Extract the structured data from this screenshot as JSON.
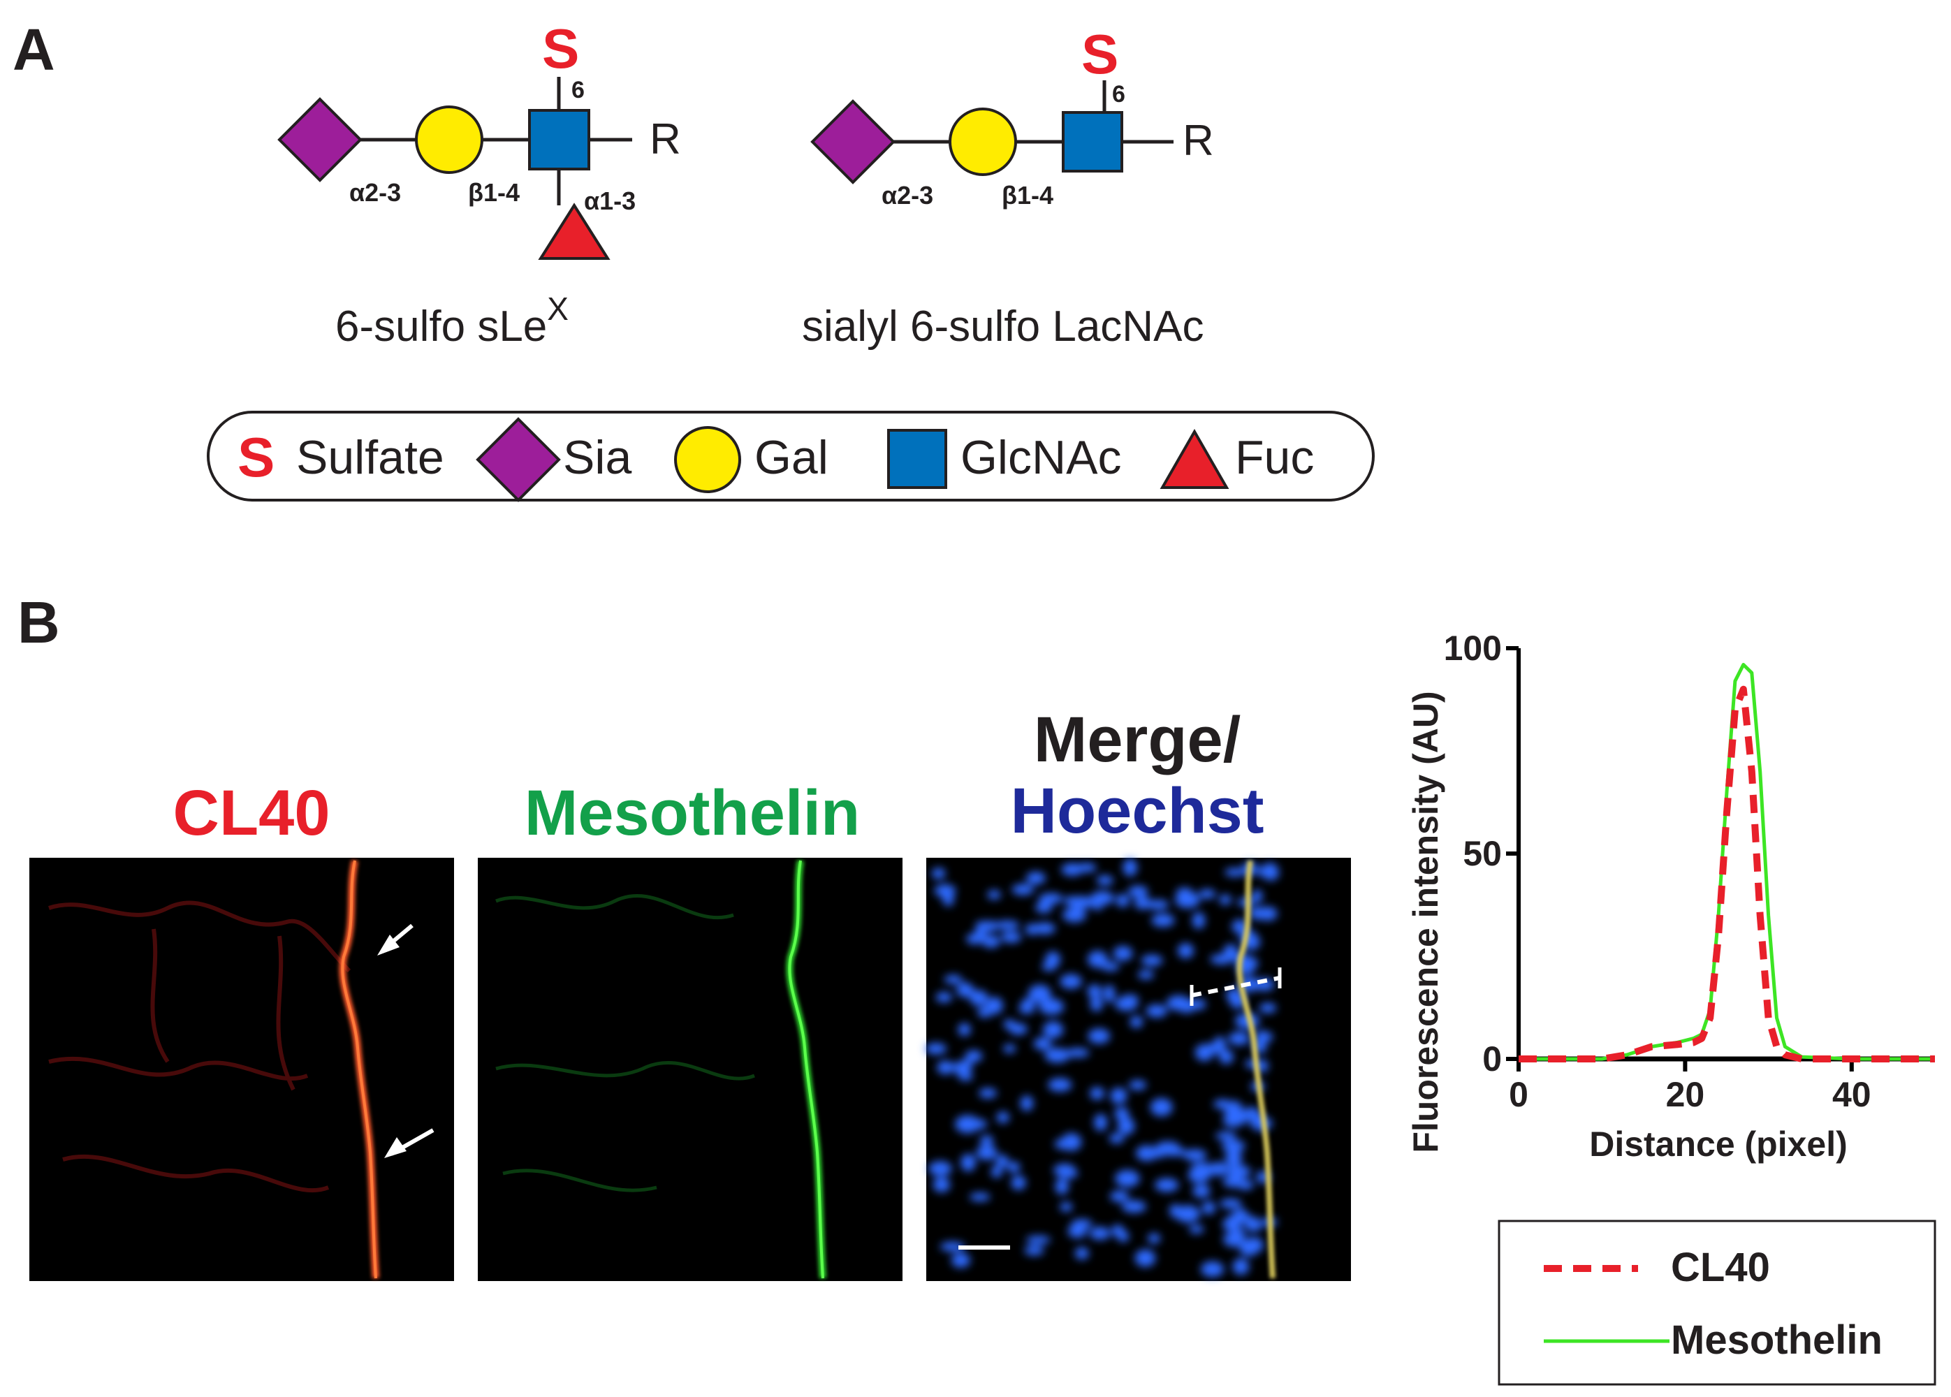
{
  "panel_a": {
    "letter": "A",
    "glycans": [
      {
        "name_main": "6-sulfo sLe",
        "name_sup": "X",
        "sulfate": "S",
        "sulfate_position": "6",
        "linkages": [
          "α2-3",
          "β1-4",
          "α1-3"
        ],
        "reducing_end": "R"
      },
      {
        "name_main": "sialyl 6-sulfo LacNAc",
        "sulfate": "S",
        "sulfate_position": "6",
        "linkages": [
          "α2-3",
          "β1-4"
        ],
        "reducing_end": "R"
      }
    ],
    "legend": [
      {
        "symbol": "S",
        "label": "Sulfate",
        "shape": "letter"
      },
      {
        "label": "Sia",
        "shape": "diamond"
      },
      {
        "label": "Gal",
        "shape": "circle"
      },
      {
        "label": "GlcNAc",
        "shape": "square"
      },
      {
        "label": "Fuc",
        "shape": "triangle"
      }
    ],
    "colors": {
      "sialic_acid": "#9d1e9a",
      "galactose": "#ffec00",
      "glcnac": "#0071bc",
      "fucose": "#e8202a",
      "sulfate": "#e8202a"
    }
  },
  "panel_b": {
    "letter": "B",
    "channels": [
      {
        "title": "CL40",
        "color": "#e8202a"
      },
      {
        "title": "Mesothelin",
        "color": "#13a04a"
      },
      {
        "title_line1": "Merge/",
        "title_line2": "Hoechst",
        "color1": "#231f20",
        "color2": "#1e2a9a"
      }
    ]
  },
  "chart_data": {
    "type": "line",
    "xlabel": "Distance (pixel)",
    "ylabel": "Fluorescence intensity (AU)",
    "xlim": [
      0,
      50
    ],
    "ylim": [
      0,
      100
    ],
    "xticks": [
      0,
      20,
      40
    ],
    "yticks": [
      0,
      50,
      100
    ],
    "grid": false,
    "legend_position": "bottom",
    "series": [
      {
        "name": "CL40",
        "color": "#e8202a",
        "style": "dashed",
        "x": [
          0,
          10,
          13,
          16,
          19,
          21,
          22,
          23,
          24,
          25,
          26,
          27,
          28,
          29,
          30,
          31,
          32,
          34,
          40,
          50
        ],
        "y": [
          0,
          0,
          1,
          3,
          3.5,
          4,
          5,
          10,
          30,
          60,
          85,
          90,
          70,
          35,
          10,
          3,
          1,
          0,
          0,
          0
        ]
      },
      {
        "name": "Mesothelin",
        "color": "#3de524",
        "style": "solid",
        "x": [
          0,
          10,
          13,
          16,
          19,
          21,
          22,
          23,
          24,
          25,
          26,
          27,
          28,
          29,
          30,
          31,
          32,
          34,
          40,
          50
        ],
        "y": [
          0,
          0,
          1,
          3,
          4,
          5,
          6,
          12,
          35,
          65,
          92,
          96,
          94,
          70,
          35,
          10,
          3,
          0.5,
          0,
          0
        ]
      }
    ]
  }
}
